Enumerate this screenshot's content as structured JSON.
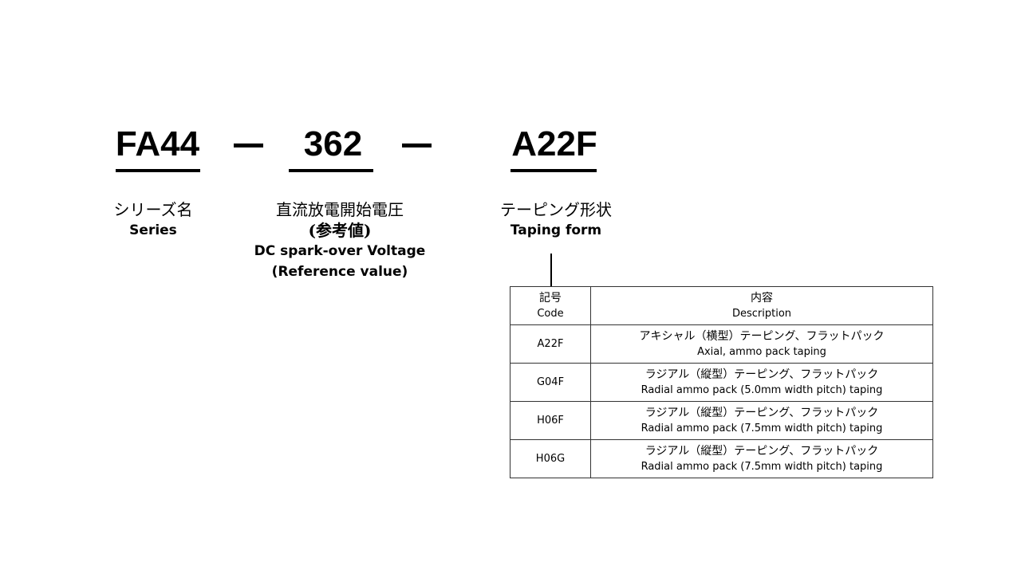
{
  "part_number": {
    "series": "FA44",
    "voltage": "362",
    "taping": "A22F",
    "separator": "—"
  },
  "captions": {
    "series": {
      "jp": "シリーズ名",
      "en": "Series"
    },
    "voltage": {
      "jp": "直流放電開始電圧",
      "jp_sub": "(参考値)",
      "en": "DC spark-over  Voltage",
      "en_sub": "(Reference value)"
    },
    "taping": {
      "jp": "テーピング形状",
      "en": "Taping  form"
    }
  },
  "table": {
    "header": {
      "code_jp": "記号",
      "code_en": "Code",
      "desc_jp": "内容",
      "desc_en": "Description"
    },
    "rows": [
      {
        "code": "A22F",
        "jp": "アキシャル（横型）テーピング、フラットパック",
        "en": "Axial, ammo pack taping"
      },
      {
        "code": "G04F",
        "jp": "ラジアル（縦型）テーピング、フラットパック",
        "en": "Radial ammo pack (5.0mm width pitch) taping"
      },
      {
        "code": "H06F",
        "jp": "ラジアル（縦型）テーピング、フラットパック",
        "en": "Radial ammo pack (7.5mm width pitch) taping"
      },
      {
        "code": "H06G",
        "jp": "ラジアル（縦型）テーピング、フラットパック",
        "en": "Radial ammo pack (7.5mm width pitch) taping"
      }
    ]
  }
}
